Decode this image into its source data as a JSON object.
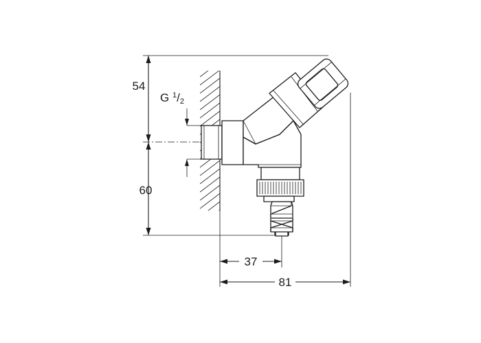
{
  "diagram": {
    "dimensions": {
      "top_height": "54",
      "bottom_height": "60",
      "wall_to_outlet": "37",
      "overall_depth": "81"
    },
    "thread": {
      "prefix": "G ",
      "numerator": "1",
      "slash": "/",
      "denominator": "2"
    }
  }
}
